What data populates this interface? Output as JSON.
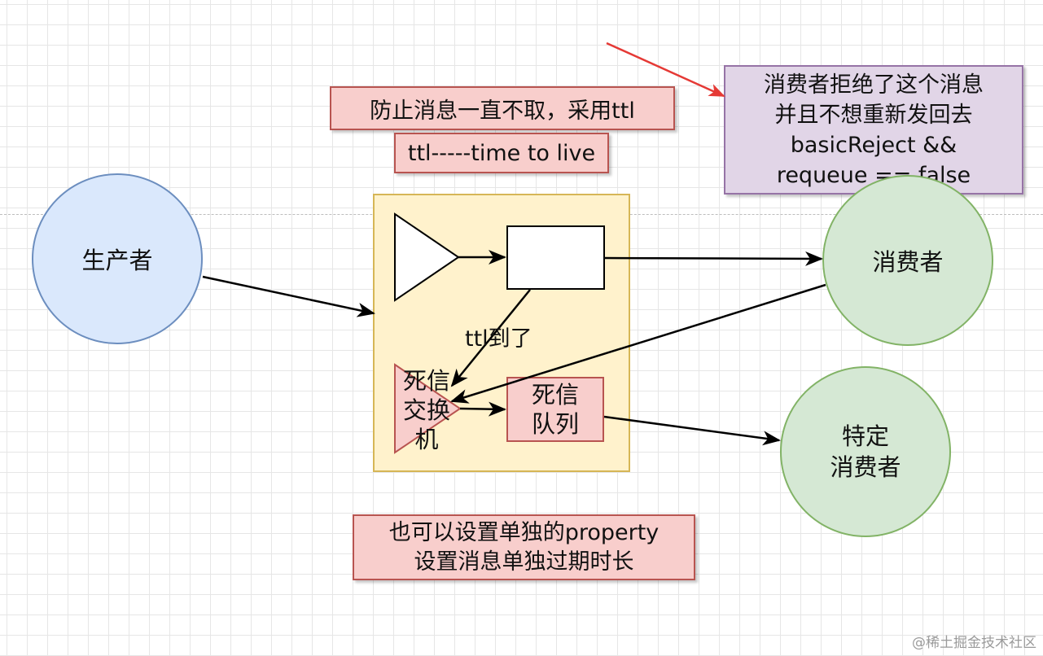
{
  "notes": {
    "ttl_note": "防止消息一直不取，采用ttl",
    "ttl_def": "ttl-----time to live",
    "reject_lines": [
      "消费者拒绝了这个消息",
      "并且不想重新发回去",
      "basicReject &&",
      "requeue == false"
    ],
    "property_lines": [
      "也可以设置单独的property",
      "设置消息单独过期时长"
    ]
  },
  "nodes": {
    "producer": "生产者",
    "consumer": "消费者",
    "special_consumer_lines": [
      "特定",
      "消费者"
    ],
    "dead_letter_exchange_lines": [
      "死信",
      "交换",
      "机"
    ],
    "dead_letter_queue_lines": [
      "死信",
      "队列"
    ]
  },
  "edge_labels": {
    "ttl_expired": "ttl到了"
  },
  "colors": {
    "note_red_fill": "#f8cecc",
    "note_red_stroke": "#b85450",
    "note_purple_fill": "#e1d5e7",
    "note_purple_stroke": "#9673a6",
    "producer_fill": "#dae8fc",
    "consumer_fill": "#d5e8d4",
    "broker_fill": "#fff2cc",
    "pointer_arrow": "#e53935"
  },
  "watermark": "@稀土掘金技术社区"
}
